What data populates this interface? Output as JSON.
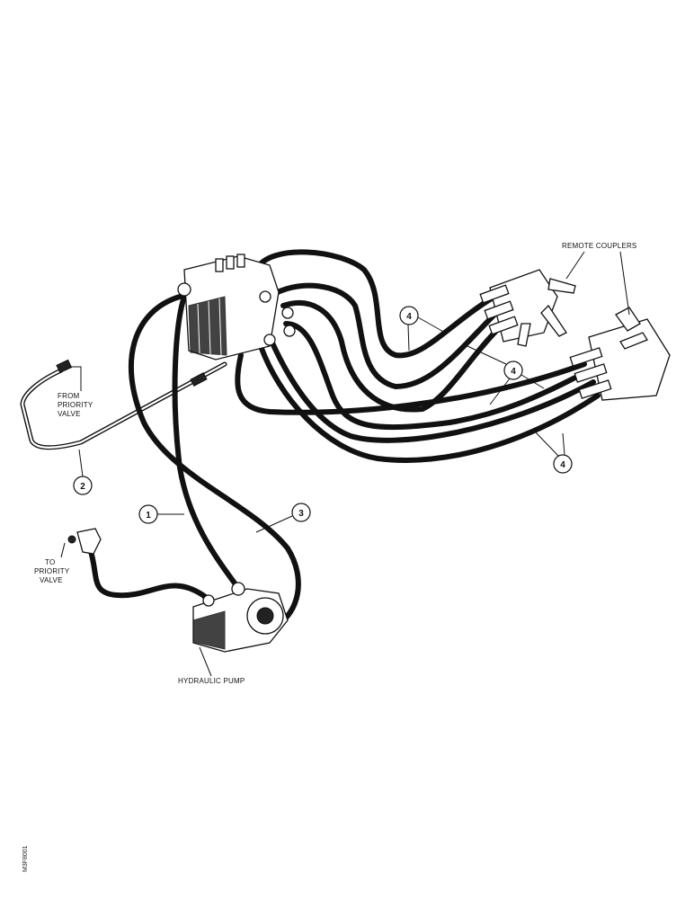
{
  "labels": {
    "remote_couplers": "REMOTE COUPLERS",
    "from_priority_line1": "FROM",
    "from_priority_line2": "PRIORITY",
    "from_priority_line3": "VALVE",
    "to_priority_line1": "TO",
    "to_priority_line2": "PRIORITY",
    "to_priority_line3": "VALVE",
    "hydraulic_pump": "HYDRAULIC PUMP",
    "figure_id": "M3F8001"
  },
  "callouts": {
    "c1": "1",
    "c2": "2",
    "c3": "3",
    "c4_top": "4",
    "c4_mid": "4",
    "c4_bottom": "4"
  }
}
